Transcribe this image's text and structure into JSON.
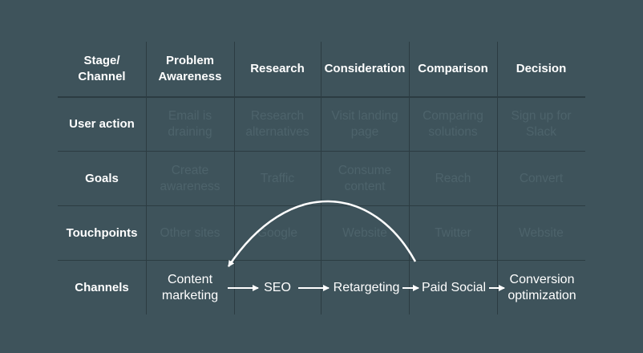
{
  "table": {
    "corner": [
      "Stage/",
      "Channel"
    ],
    "columns": [
      [
        "Problem",
        "Awareness"
      ],
      [
        "Research"
      ],
      [
        "Consideration"
      ],
      [
        "Comparison"
      ],
      [
        "Decision"
      ]
    ],
    "rows": [
      {
        "label": "User action",
        "cells": [
          [
            "Email is",
            "draining"
          ],
          [
            "Research",
            "alternatives"
          ],
          [
            "Visit landing",
            "page"
          ],
          [
            "Comparing",
            "solutions"
          ],
          [
            "Sign up for",
            "Slack"
          ]
        ]
      },
      {
        "label": "Goals",
        "cells": [
          [
            "Create",
            "awareness"
          ],
          [
            "Traffic"
          ],
          [
            "Consume",
            "content"
          ],
          [
            "Reach"
          ],
          [
            "Convert"
          ]
        ]
      },
      {
        "label": "Touchpoints",
        "cells": [
          [
            "Other sites"
          ],
          [
            "Google"
          ],
          [
            "Website"
          ],
          [
            "Twitter"
          ],
          [
            "Website"
          ]
        ]
      },
      {
        "label": "Channels",
        "cells": [
          [
            "Content",
            "marketing"
          ],
          [
            "SEO"
          ],
          [
            "Retargeting"
          ],
          [
            "Paid Social"
          ],
          [
            "Conversion",
            "optimization"
          ]
        ]
      }
    ]
  },
  "colors": {
    "background": "#3e535b",
    "grid": "#2c3c42",
    "text": "#ffffff",
    "faded_text": "#4d636b"
  }
}
